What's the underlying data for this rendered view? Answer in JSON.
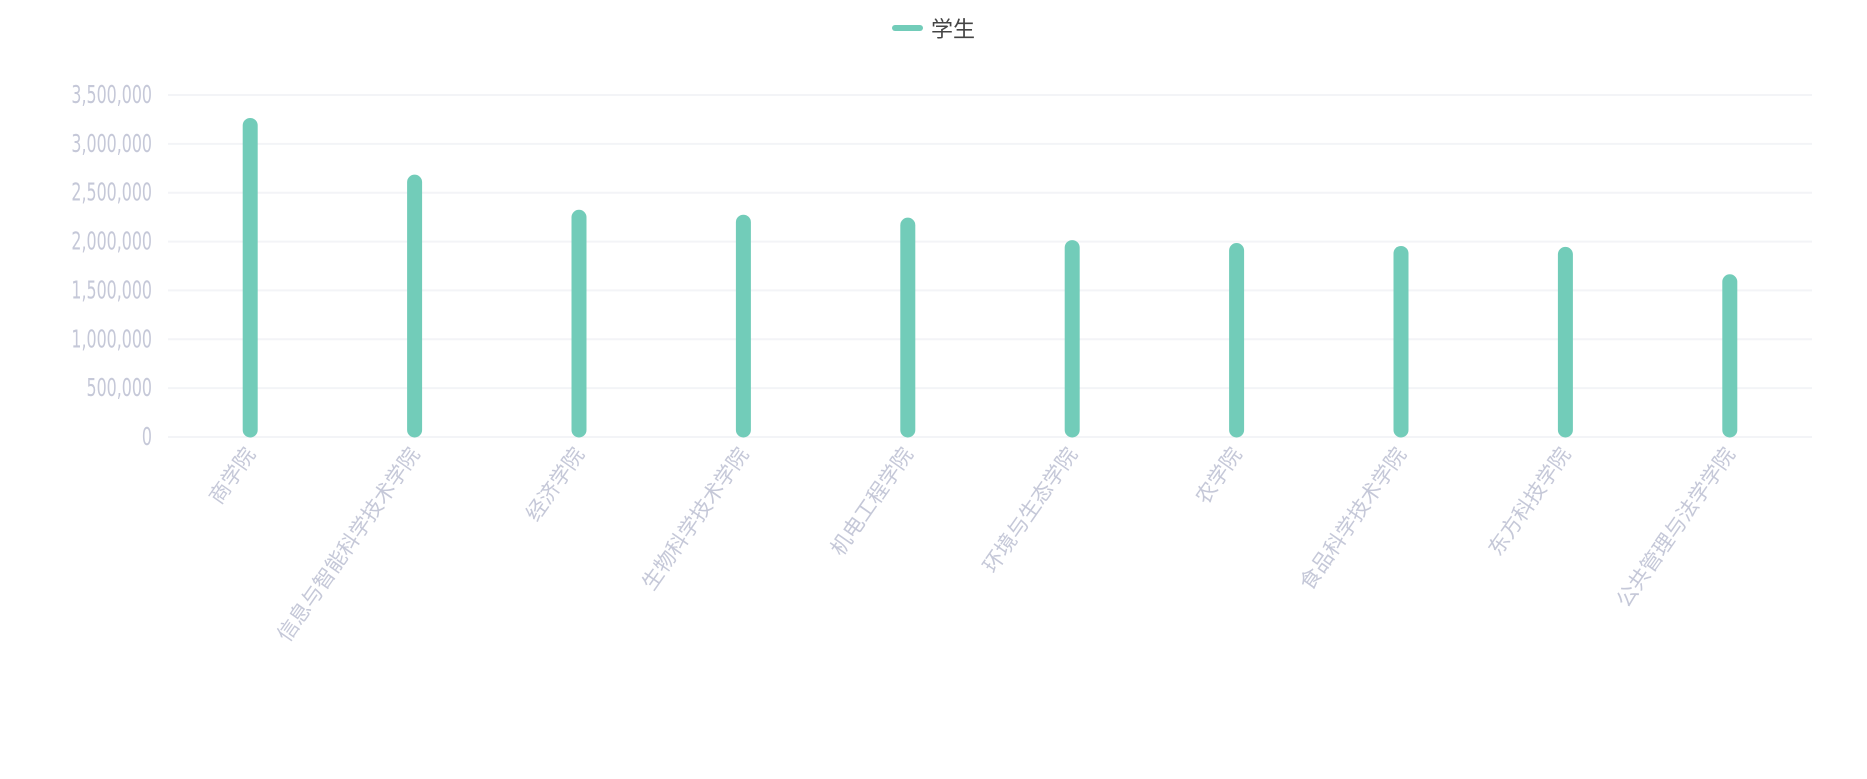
{
  "chart_data": {
    "type": "bar",
    "title": "",
    "xlabel": "",
    "ylabel": "",
    "legend": {
      "position": "top-center",
      "entries": [
        "学生"
      ]
    },
    "categories": [
      "商学院",
      "信息与智能科学技术学院",
      "经济学院",
      "生物科学技术学院",
      "机电工程学院",
      "环境与生态学院",
      "农学院",
      "食品科学技术学院",
      "东方科技学院",
      "公共管理与法学学院"
    ],
    "series": [
      {
        "name": "学生",
        "color": "#72ccb9",
        "values": [
          3260000,
          2680000,
          2320000,
          2270000,
          2240000,
          2010000,
          1980000,
          1950000,
          1940000,
          1660000
        ]
      }
    ],
    "ylim": [
      0,
      3500000
    ],
    "yticks": [
      0,
      500000,
      1000000,
      1500000,
      2000000,
      2500000,
      3000000,
      3500000
    ],
    "ytick_labels": [
      "0",
      "500,000",
      "1,000,000",
      "1,500,000",
      "2,000,000",
      "2,500,000",
      "3,000,000",
      "3,500,000"
    ],
    "grid": true
  }
}
